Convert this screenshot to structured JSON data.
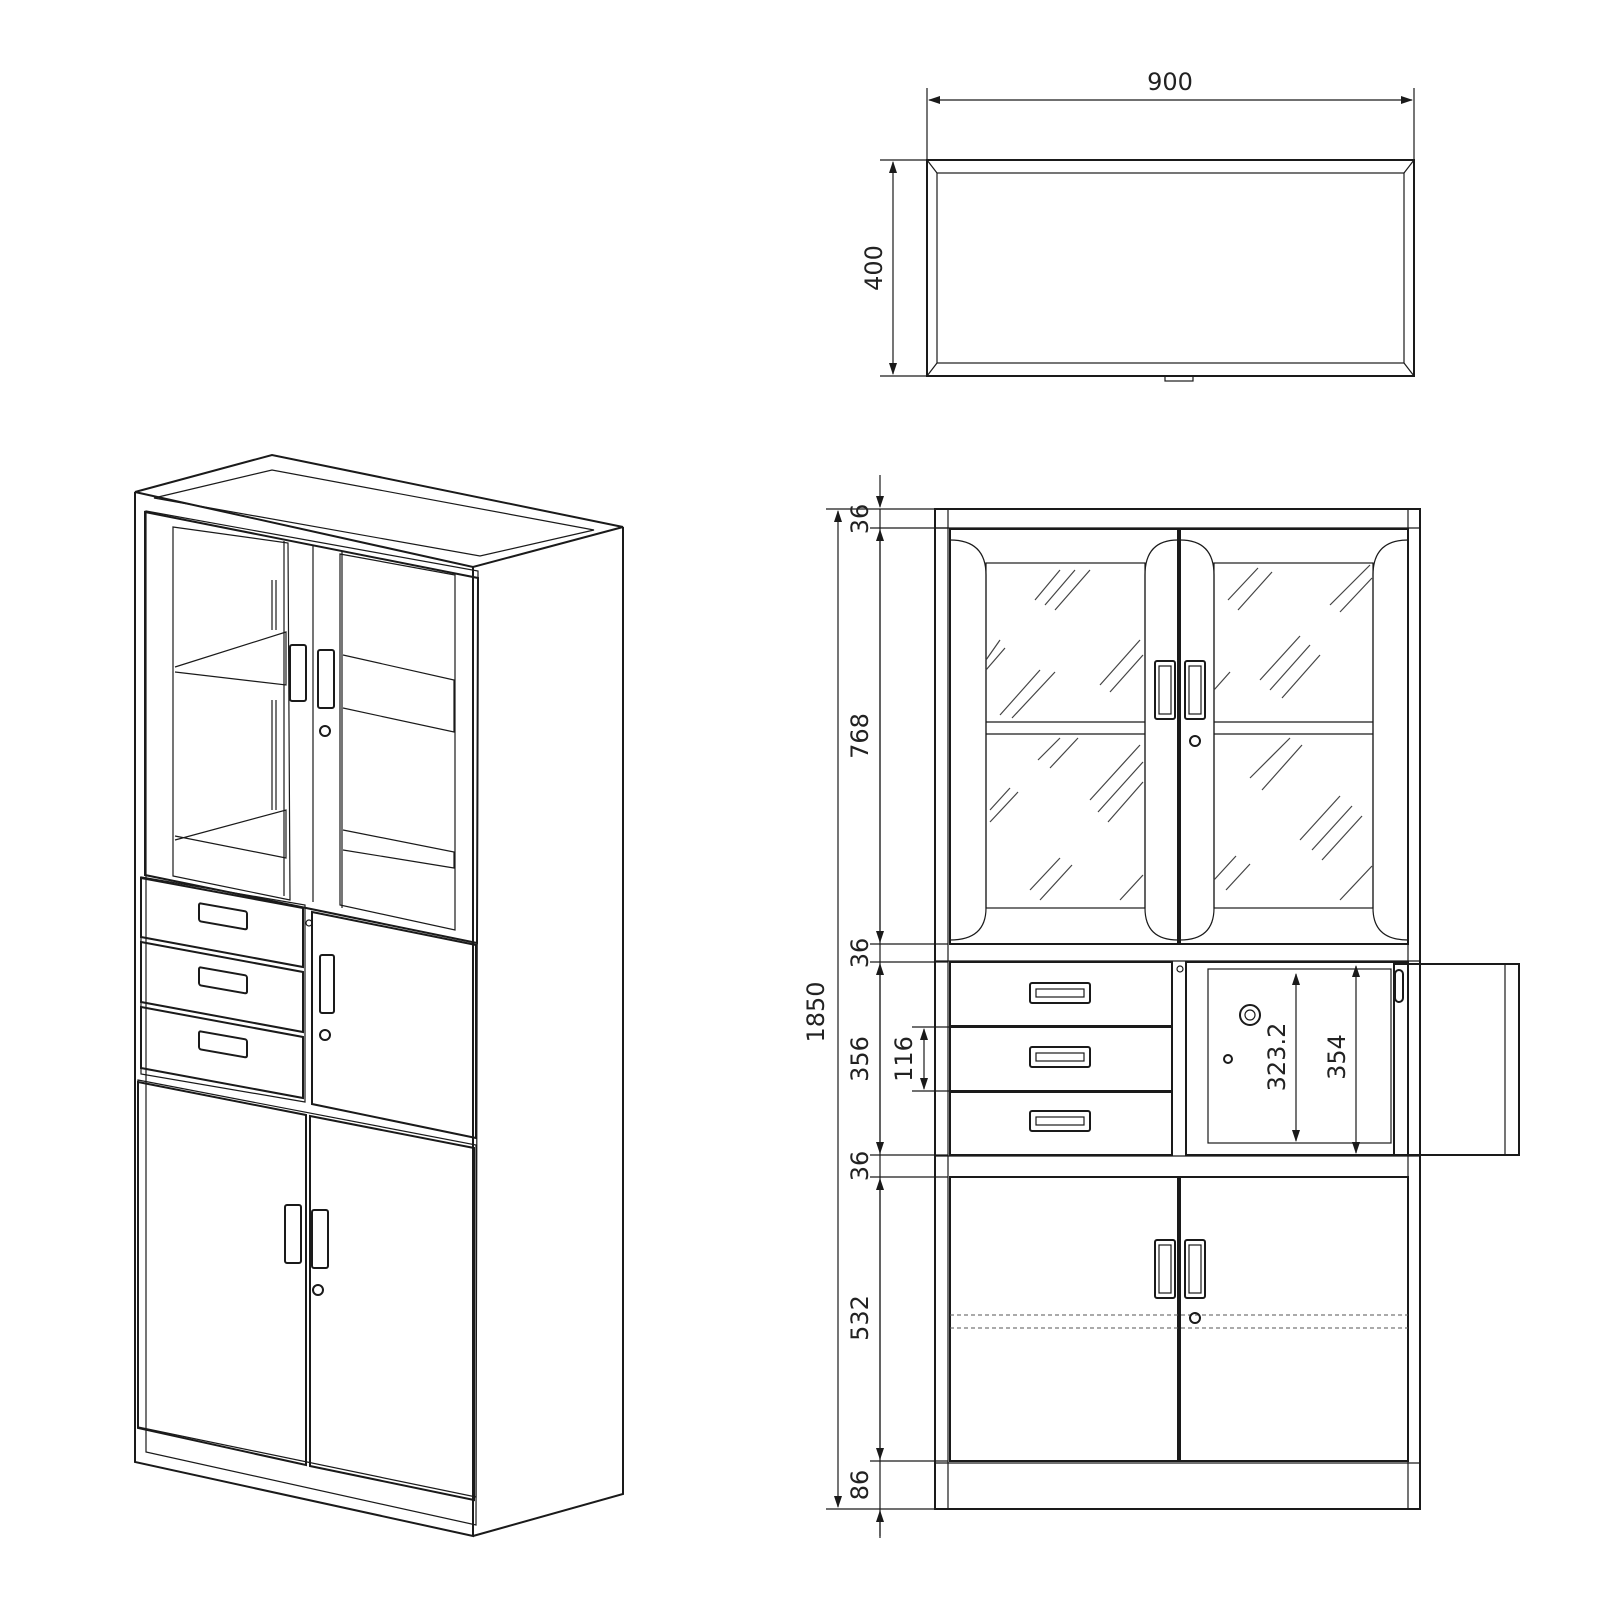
{
  "dimensions": {
    "top_width": "900",
    "top_depth": "400",
    "total_height": "1850",
    "seg_top_base": "36",
    "seg_glass": "768",
    "seg_mid_top": "36",
    "seg_middle": "356",
    "seg_drawer": "116",
    "seg_mid_bottom": "36",
    "seg_lower": "532",
    "seg_base": "86",
    "safe_inner": "323.2",
    "safe_outer": "354"
  }
}
